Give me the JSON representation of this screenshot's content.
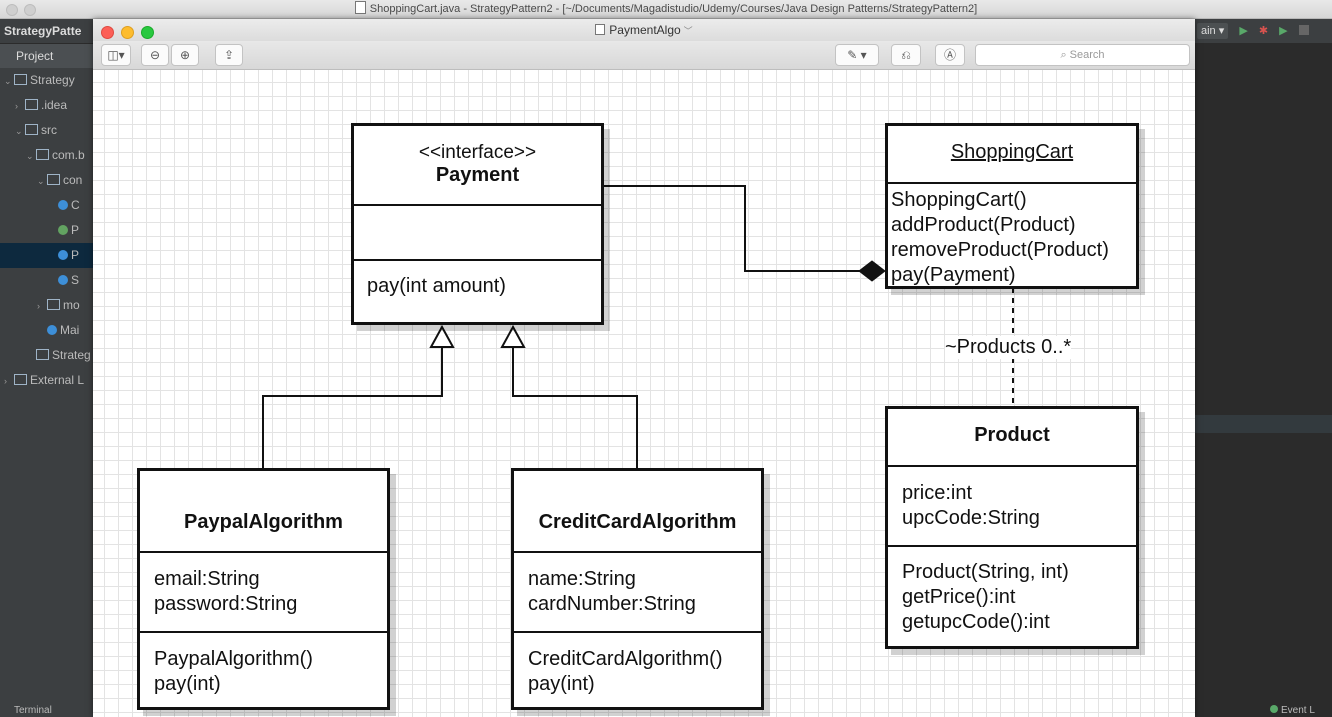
{
  "ide": {
    "window_title": "ShoppingCart.java - StrategyPattern2 - [~/Documents/Magadistudio/Udemy/Courses/Java Design Patterns/StrategyPattern2]",
    "project_name": "StrategyPatte",
    "project_tab": "Project",
    "tree": [
      {
        "label": "Strategy",
        "kind": "folder",
        "indent": 0,
        "arrow": "v"
      },
      {
        "label": ".idea",
        "kind": "folder",
        "indent": 1,
        "arrow": ">"
      },
      {
        "label": "src",
        "kind": "folder",
        "indent": 1,
        "arrow": "v"
      },
      {
        "label": "com.b",
        "kind": "folder",
        "indent": 2,
        "arrow": "v"
      },
      {
        "label": "con",
        "kind": "folder",
        "indent": 3,
        "arrow": "v"
      },
      {
        "label": "C",
        "kind": "class",
        "indent": 4,
        "arrow": ""
      },
      {
        "label": "P",
        "kind": "iface",
        "indent": 4,
        "arrow": ""
      },
      {
        "label": "P",
        "kind": "class",
        "indent": 4,
        "arrow": "",
        "selected": true
      },
      {
        "label": "S",
        "kind": "class",
        "indent": 4,
        "arrow": ""
      },
      {
        "label": "mo",
        "kind": "folder",
        "indent": 3,
        "arrow": ">"
      },
      {
        "label": "Mai",
        "kind": "main",
        "indent": 3,
        "arrow": ""
      },
      {
        "label": "Strateg",
        "kind": "file",
        "indent": 2,
        "arrow": ""
      },
      {
        "label": "External L",
        "kind": "lib",
        "indent": 0,
        "arrow": ">"
      }
    ],
    "run_config": "ain ▾",
    "terminal_label": "Terminal",
    "event_label": "Event L"
  },
  "diagram": {
    "window_title": "PaymentAlgo",
    "search_placeholder": "Search",
    "classes": {
      "payment": {
        "stereotype": "<<interface>>",
        "name": "Payment",
        "attributes": [],
        "methods": [
          "pay(int amount)"
        ]
      },
      "shopping_cart": {
        "name": "ShoppingCart",
        "methods": [
          "ShoppingCart()",
          "addProduct(Product)",
          "removeProduct(Product)",
          "pay(Payment)"
        ]
      },
      "paypal": {
        "name": "PaypalAlgorithm",
        "attributes": [
          "email:String",
          "password:String"
        ],
        "methods": [
          "PaypalAlgorithm()",
          "pay(int)"
        ]
      },
      "credit_card": {
        "name": "CreditCardAlgorithm",
        "attributes": [
          "name:String",
          "cardNumber:String"
        ],
        "methods": [
          "CreditCardAlgorithm()",
          "pay(int)"
        ]
      },
      "product": {
        "name": "Product",
        "attributes": [
          "price:int",
          "upcCode:String"
        ],
        "methods": [
          "Product(String, int)",
          "getPrice():int",
          "getupcCode():int"
        ]
      }
    },
    "association_label": "~Products 0..*"
  }
}
